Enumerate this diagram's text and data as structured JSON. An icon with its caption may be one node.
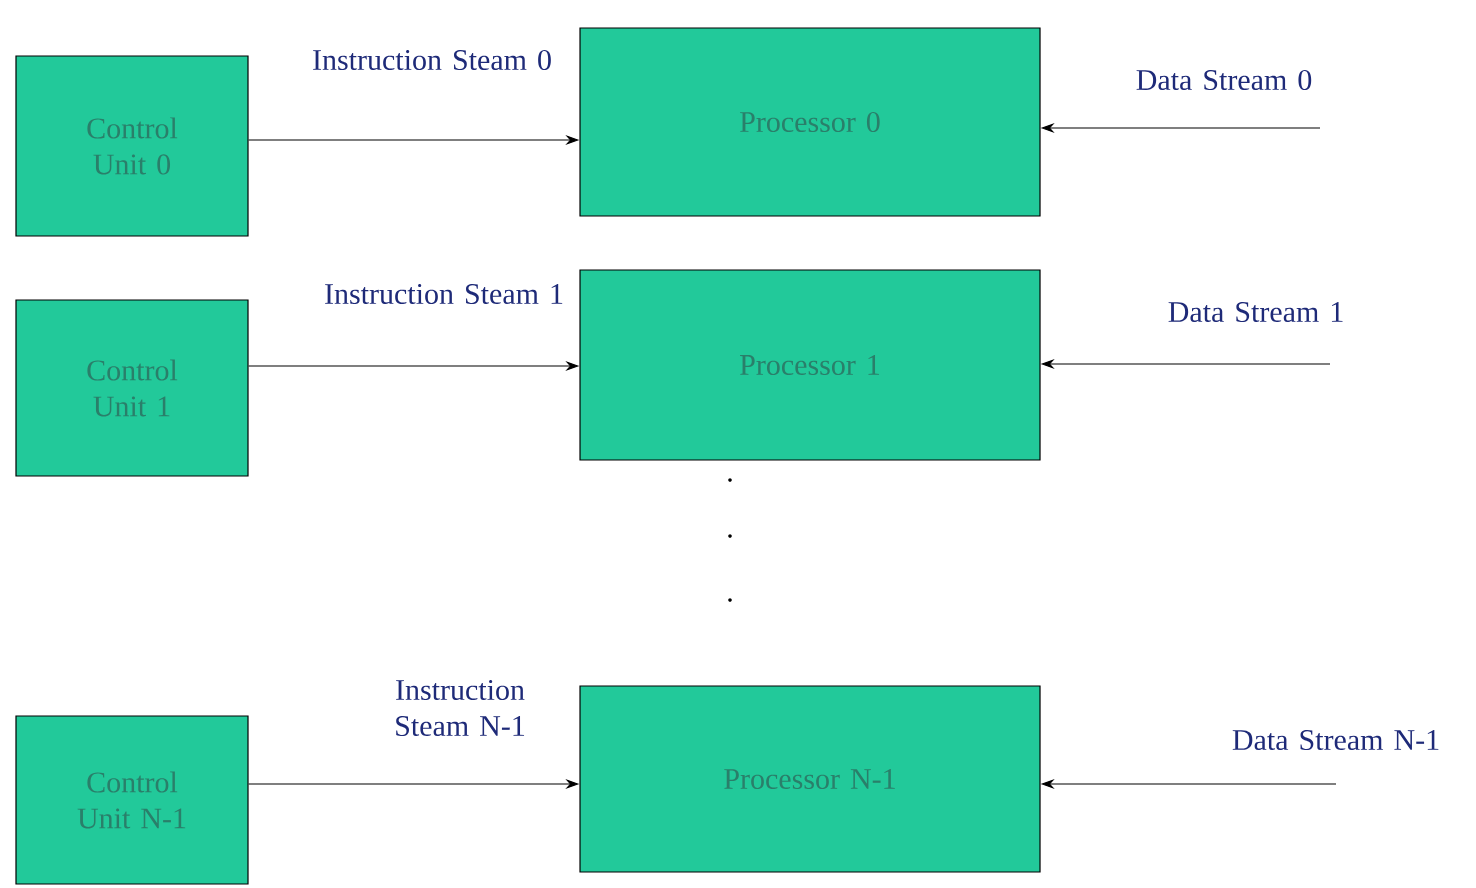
{
  "diagram": {
    "nodes": [
      {
        "text": [
          "Control Unit 0"
        ]
      },
      {
        "text": [
          "Processor 0"
        ]
      },
      {
        "text": [
          "Control Unit 1"
        ]
      },
      {
        "text": [
          "Processor 1"
        ]
      },
      {
        "text": [
          "Control Unit N-1"
        ]
      },
      {
        "text": [
          "Processor N-1"
        ]
      }
    ],
    "edges": [
      {
        "from": 0,
        "to": 1,
        "arrow": "to",
        "label": "Instruction Steam 0"
      },
      {
        "from": null,
        "to": 1,
        "arrow": "to",
        "label": "Data Stream 0"
      },
      {
        "from": 2,
        "to": 3,
        "arrow": "to",
        "label": "Instruction Steam 1"
      },
      {
        "from": null,
        "to": 3,
        "arrow": "to",
        "label": "Data Stream 1"
      },
      {
        "from": 4,
        "to": 5,
        "arrow": "to",
        "label": "Instruction Steam N-1"
      },
      {
        "from": null,
        "to": 5,
        "arrow": "to",
        "label": "Data Stream N-1"
      }
    ],
    "labels": [
      ".",
      ".",
      "."
    ]
  }
}
